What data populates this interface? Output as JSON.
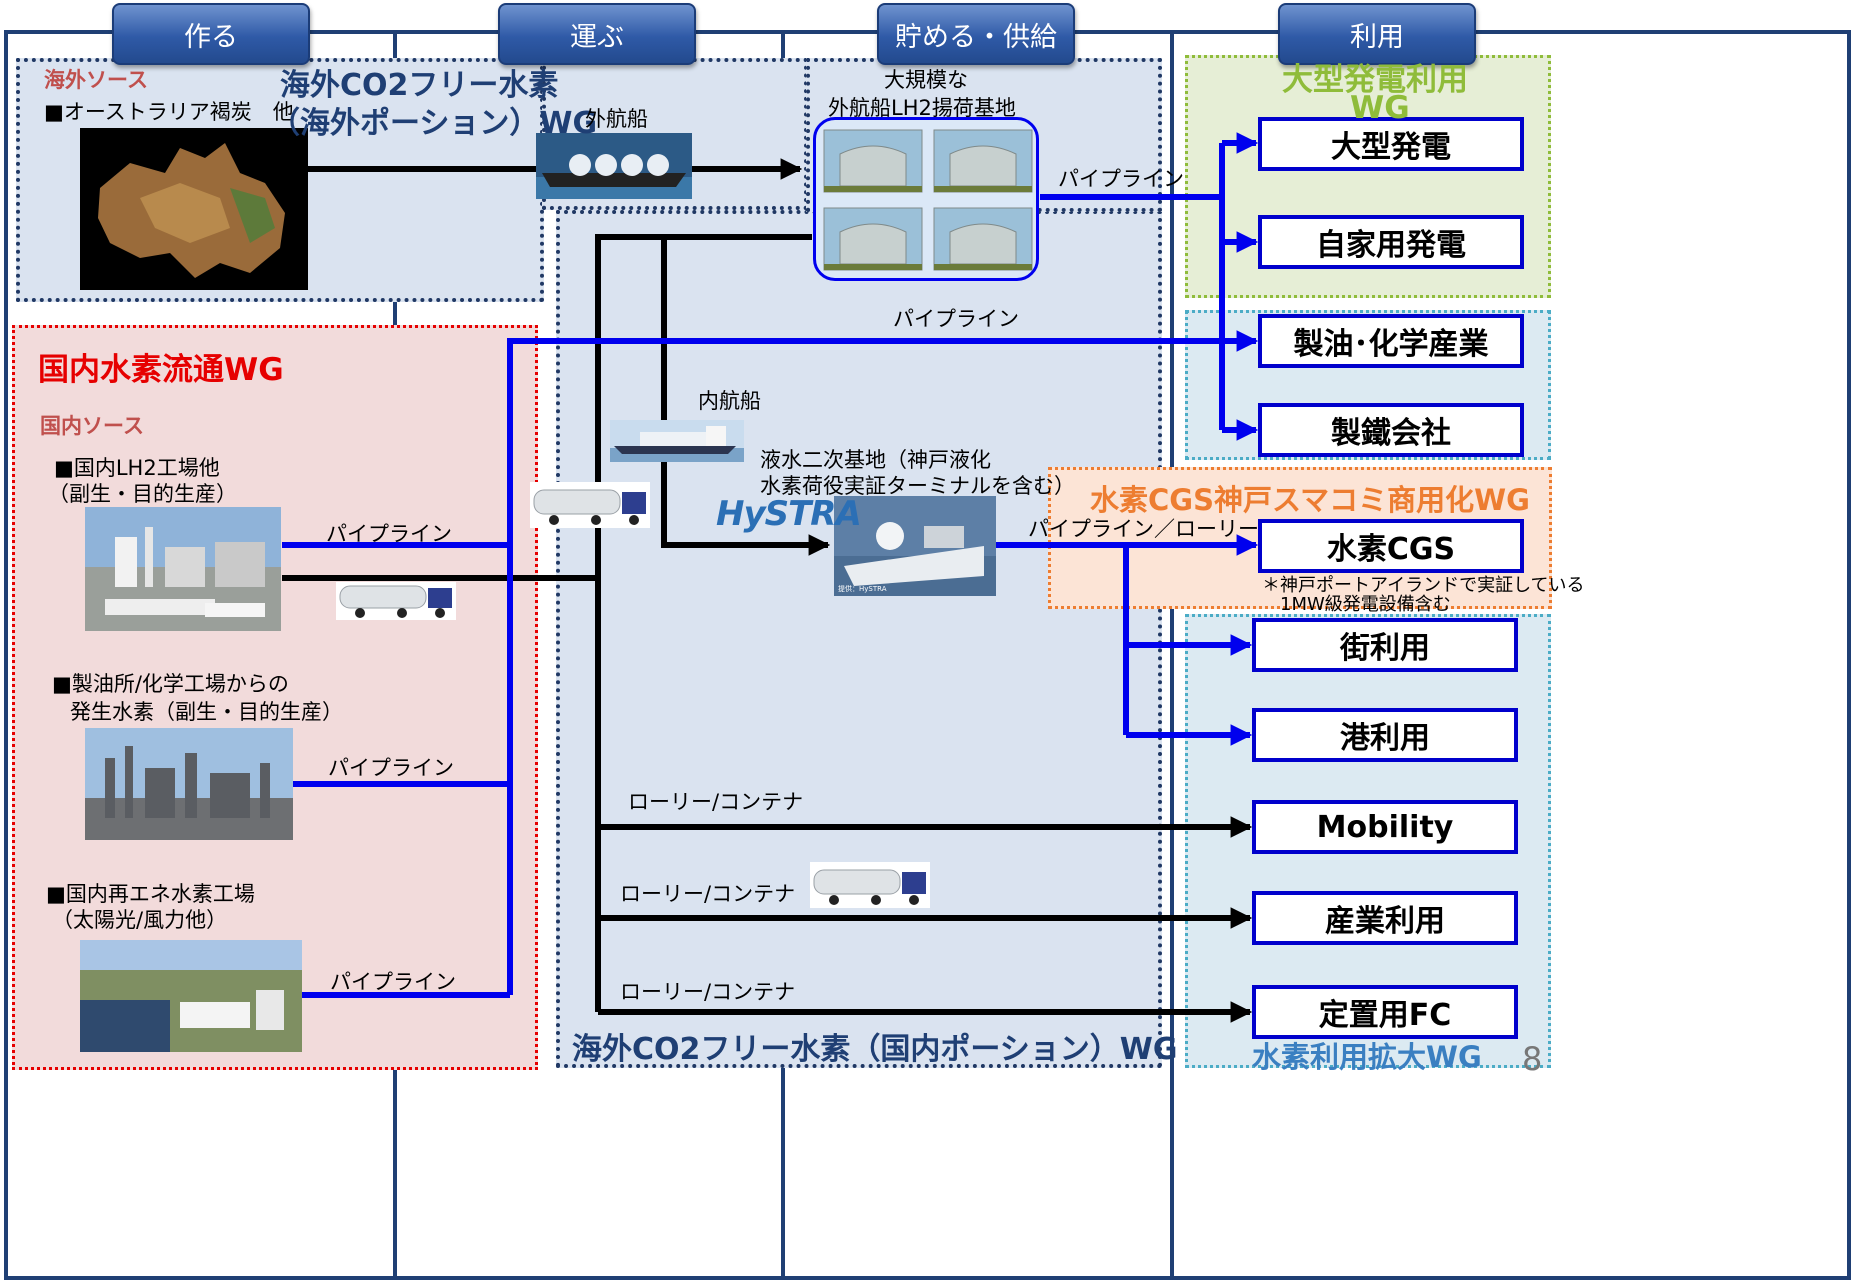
{
  "headers": [
    "作る",
    "運ぶ",
    "貯める・供給",
    "利用"
  ],
  "wg": {
    "overseas_co2free": "海外CO2フリー水素",
    "overseas_portion": "（海外ポーション）WG",
    "domestic_dist": "国内水素流通WG",
    "domestic_portion": "海外CO2フリー水素（国内ポーション）WG",
    "large_power": "大型発電利用",
    "large_power_wg": "WG",
    "kobe_cgs": "水素CGS神戸スマコミ商用化WG",
    "usage_expand": "水素利用拡大WG"
  },
  "sources": {
    "overseas_title": "海外ソース",
    "overseas_item": "■オーストラリア褐炭　他",
    "domestic_title": "国内ソース",
    "lh2_plant": "■国内LH2工場他",
    "lh2_plant_sub": "（副生・目的生産）",
    "refinery": "■製油所/化学工場からの",
    "refinery_sub": "発生水素（副生・目的生産）",
    "renewable": "■国内再エネ水素工場",
    "renewable_sub": "（太陽光/風力他）"
  },
  "transport": {
    "ocean_ship": "外航船",
    "coastal_ship": "内航船",
    "pipeline": "パイプライン",
    "pipeline_lorry": "パイプライン／ローリー",
    "lorry_container": "ローリー/コンテナ"
  },
  "storage": {
    "base_line1": "大規模な",
    "base_line2": "外航船LH2揚荷基地",
    "secondary_line1": "液水二次基地（神戸液化",
    "secondary_line2": "水素荷役実証ターミナルを含む）",
    "hystra": "HySTRA",
    "photo_credit": "提供：HySTRA"
  },
  "uses": {
    "large_power": "大型発電",
    "private_power": "自家用発電",
    "refining": "製油･化学産業",
    "steel": "製鐵会社",
    "cgs": "水素CGS",
    "cgs_note1": "＊神戸ポートアイランドで実証している",
    "cgs_note2": "1MW級発電設備含む",
    "town": "街利用",
    "port": "港利用",
    "mobility": "Mobility",
    "industry": "産業利用",
    "stationary_fc": "定置用FC"
  },
  "page_number": "8",
  "colors": {
    "navy": "#1f3f74",
    "blue_flow": "#0000ee",
    "red_title": "#e60000",
    "orange_title": "#ed7d31",
    "green_title": "#8fbc3a",
    "teal_title": "#3a7fc1"
  }
}
